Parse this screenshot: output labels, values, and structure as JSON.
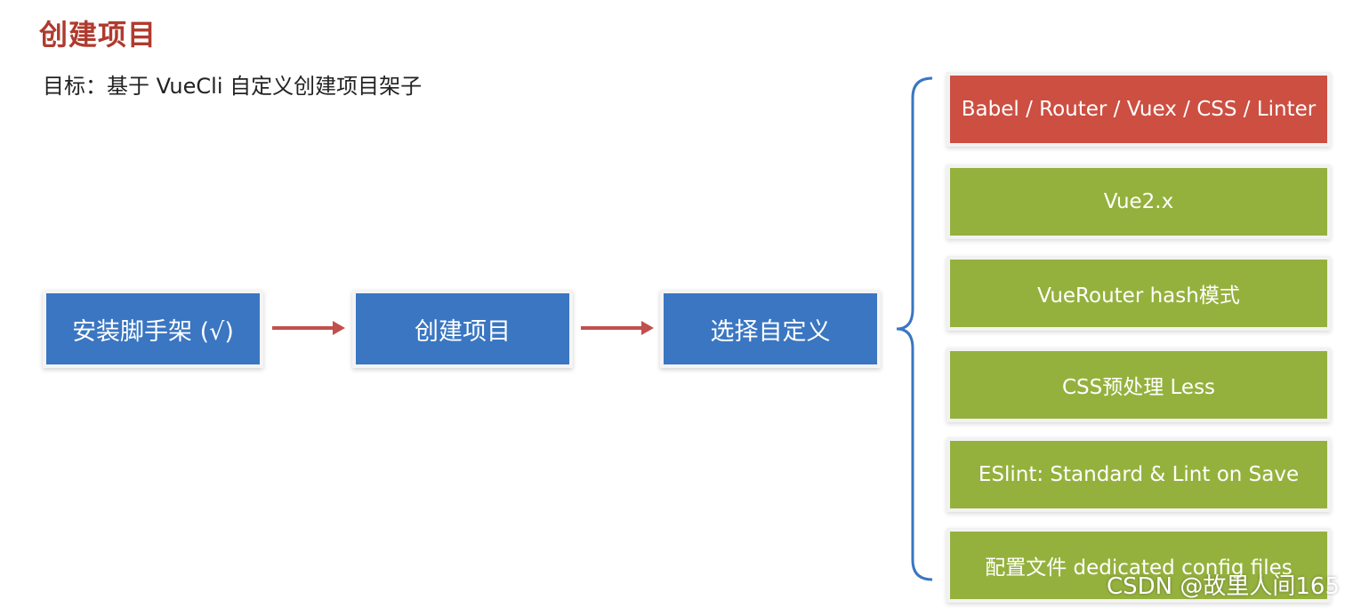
{
  "slide": {
    "title": "创建项目",
    "subtitle": "目标：基于 VueCli 自定义创建项目架子"
  },
  "flow": {
    "steps": [
      {
        "label": "安装脚手架 (√)"
      },
      {
        "label": "创建项目"
      },
      {
        "label": "选择自定义"
      }
    ],
    "arrow_color": "#c0504d",
    "box_color": "#3a76c2"
  },
  "options": {
    "items": [
      {
        "label": "Babel / Router / Vuex / CSS / Linter",
        "color": "#cc4f42"
      },
      {
        "label": "Vue2.x",
        "color": "#95b13d"
      },
      {
        "label": "VueRouter hash模式",
        "color": "#95b13d"
      },
      {
        "label": "CSS预处理 Less",
        "color": "#95b13d"
      },
      {
        "label": "ESlint: Standard & Lint on Save",
        "color": "#95b13d"
      },
      {
        "label": "配置文件 dedicated config files",
        "color": "#95b13d"
      }
    ],
    "bracket_color": "#3a76c2"
  },
  "watermark": {
    "text": "CSDN @故里人间165"
  }
}
